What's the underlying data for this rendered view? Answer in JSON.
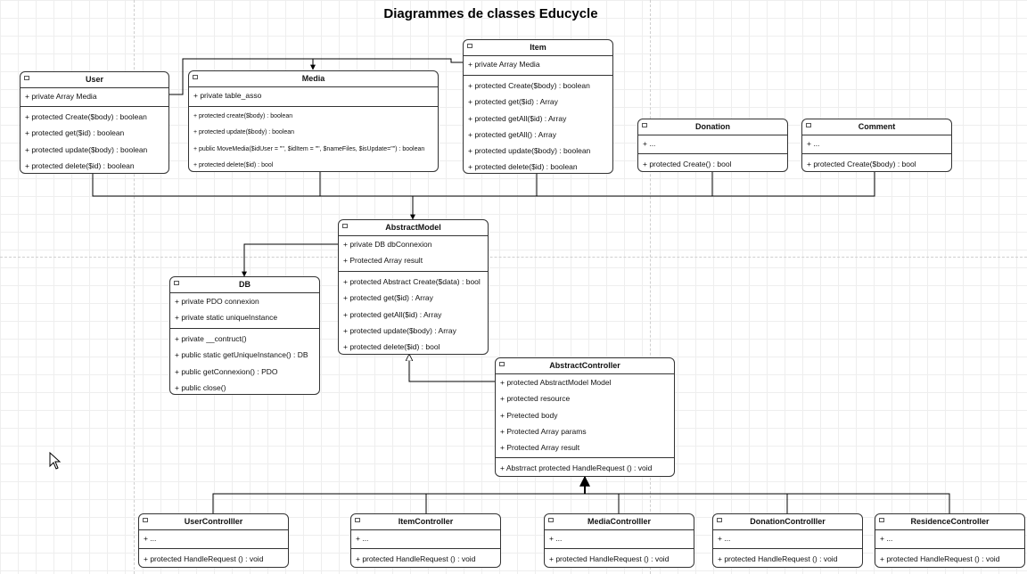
{
  "title": "Diagrammes de classes Educycle",
  "classes": {
    "user": {
      "name": "User",
      "attributes": [
        "+ private Array Media"
      ],
      "methods": [
        "+ protected Create($body) :  boolean",
        "+ protected get($id) :  boolean",
        "+ protected update($body) :  boolean",
        "+ protected delete($id) :  boolean"
      ]
    },
    "media": {
      "name": "Media",
      "attributes": [
        "+ private table_asso"
      ],
      "methods": [
        "+ protected  create($body) :  boolean",
        "+ protected  update($body) :  boolean",
        "+ public  MoveMedia($idUser =  \"\", $idItem = \"\", $nameFiles, $isUpdate=\"\") : boolean",
        "+ protected  delete($id) : bool"
      ]
    },
    "item": {
      "name": "Item",
      "attributes": [
        "+ private Array Media"
      ],
      "methods": [
        "+ protected Create($body) :  boolean",
        "+ protected get($id) :  Array",
        "+ protected getAll($id) :  Array",
        "+ protected getAll() :  Array",
        "+ protected update($body) :  boolean",
        "+ protected delete($id) :  boolean"
      ]
    },
    "donation": {
      "name": "Donation",
      "attributes": [
        "+ ..."
      ],
      "methods": [
        "+ protected  Create() : bool"
      ]
    },
    "comment": {
      "name": "Comment",
      "attributes": [
        "+ ..."
      ],
      "methods": [
        "+ protected Create($body) :  bool"
      ]
    },
    "abstract_model": {
      "name": "AbstractModel",
      "attributes": [
        "+ private DB dbConnexion",
        "+ Protected Array result"
      ],
      "methods": [
        "+ protected Abstract Create($data) :  bool",
        "+ protected get($id) : Array",
        "+ protected getAll($id) : Array",
        "+ protected update($body) :  Array",
        "+ protected delete($id) :  bool"
      ]
    },
    "db": {
      "name": "DB",
      "attributes": [
        "+ private PDO connexion",
        "+ private static uniqueInstance"
      ],
      "methods": [
        "+ private __contruct()",
        "+ public static getUniqueInstance() :  DB",
        "+ public getConnexion() : PDO",
        "+ public close()"
      ]
    },
    "abstract_controller": {
      "name": "AbstractController",
      "attributes": [
        "+ protected  AbstractModel Model",
        "+ protected  resource",
        "+ Pretected  body",
        "+ Protected Array params",
        "+ Protected Array result"
      ],
      "methods": [
        "+ Abstrract protected  HandleRequest () :  void"
      ]
    },
    "user_controller": {
      "name": "UserControlller",
      "attributes": [
        "+ ..."
      ],
      "methods": [
        "+ protected  HandleRequest () :  void"
      ]
    },
    "item_controller": {
      "name": "ItemController",
      "attributes": [
        "+ ..."
      ],
      "methods": [
        "+ protected  HandleRequest () :  void"
      ]
    },
    "media_controller": {
      "name": "MediaControlller",
      "attributes": [
        "+ ..."
      ],
      "methods": [
        "+ protected HandleRequest () :  void"
      ]
    },
    "donation_controller": {
      "name": "DonationControlller",
      "attributes": [
        "+ ..."
      ],
      "methods": [
        "+  protected  HandleRequest () :  void"
      ]
    },
    "residence_controller": {
      "name": "ResidenceController",
      "attributes": [
        "+ ..."
      ],
      "methods": [
        "+ protected  HandleRequest () :  void"
      ]
    }
  },
  "colors": {
    "line": "#000000",
    "border": "#333333",
    "grid": "#eeeeee"
  },
  "icons": {
    "cursor": "mouse-pointer-icon"
  }
}
